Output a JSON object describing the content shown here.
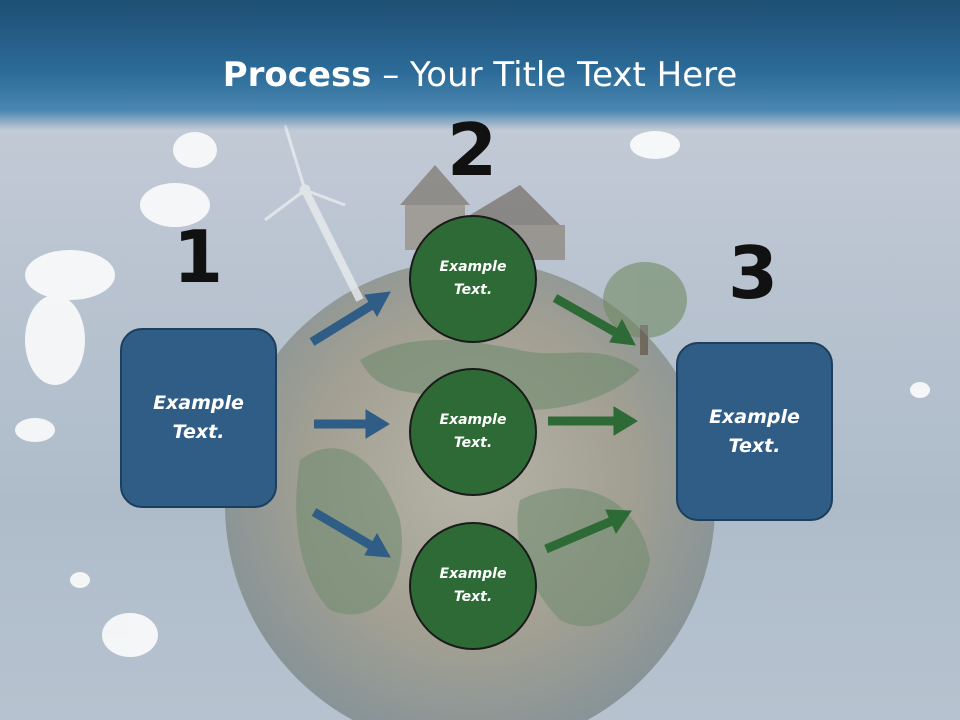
{
  "slide": {
    "title_bold": "Process",
    "title_rest": " – Your Title Text Here",
    "steps": [
      {
        "number": "1",
        "text": "Example Text."
      },
      {
        "number": "2",
        "circles": [
          "Example Text.",
          "Example Text.",
          "Example Text."
        ]
      },
      {
        "number": "3",
        "text": "Example Text."
      }
    ]
  },
  "colors": {
    "title_band": "#2c6b98",
    "blue_box": "#2f5d86",
    "green_circle": "#2e6a35",
    "blue_arrow": "#2f5d86",
    "green_arrow": "#2e6a35"
  },
  "background": {
    "icons": [
      "globe-icon",
      "wind-turbine-icon",
      "house-icon",
      "tree-icon",
      "cloud-icon"
    ]
  }
}
